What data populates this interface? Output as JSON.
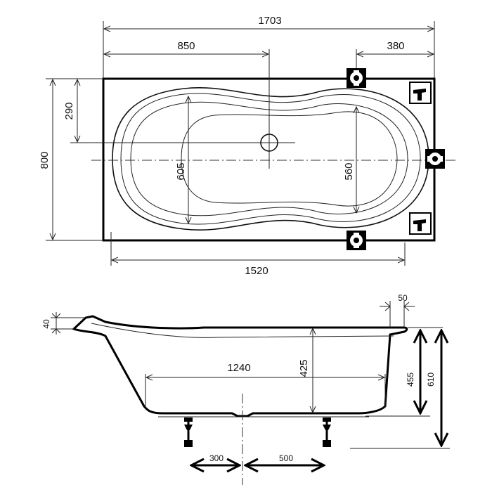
{
  "top_view": {
    "overall_length": "1703",
    "center_offset": "850",
    "side_offset": "380",
    "drain_offset": "290",
    "overall_width": "800",
    "inner_width_left": "605",
    "inner_width_right": "560",
    "inner_length": "1520"
  },
  "side_view": {
    "rim_height": "40",
    "rim_width": "50",
    "floor_length": "1240",
    "inner_depth": "425",
    "body_height": "455",
    "total_height": "610",
    "leg_offset_left": "300",
    "leg_offset_right": "500"
  }
}
